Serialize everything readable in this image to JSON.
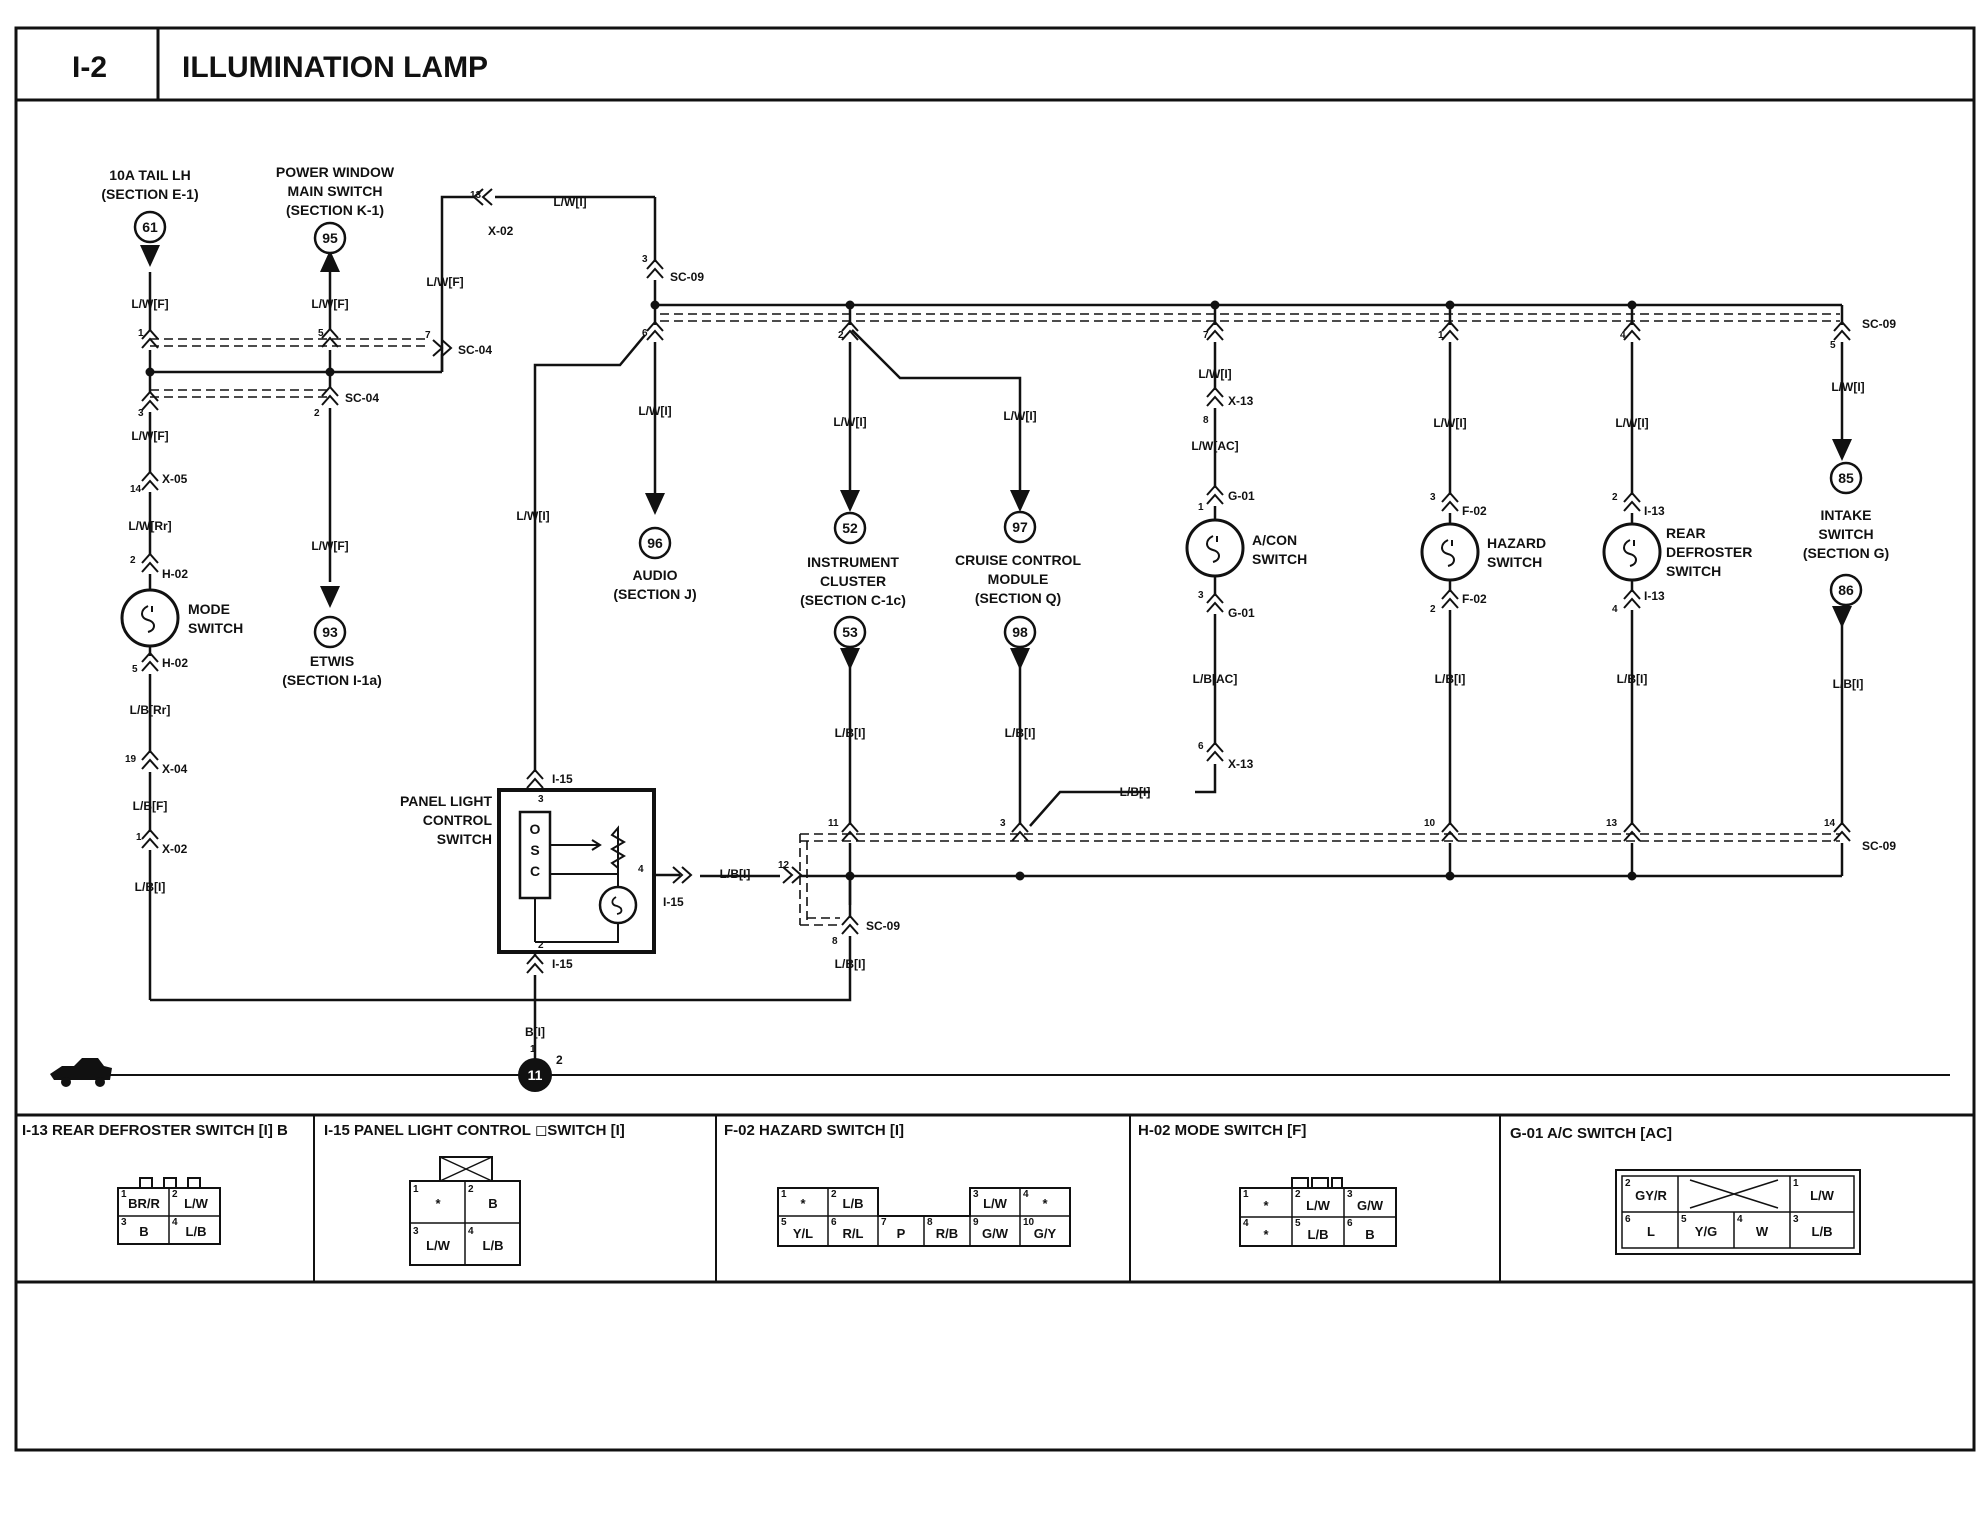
{
  "header": {
    "section_id": "I-2",
    "title": "ILLUMINATION LAMP"
  },
  "nodes": {
    "n61": {
      "number": "61",
      "lines": [
        "10A TAIL LH",
        "(SECTION E-1)"
      ]
    },
    "n95": {
      "number": "95",
      "lines": [
        "POWER WINDOW",
        "MAIN SWITCH",
        "(SECTION K-1)"
      ]
    },
    "n93": {
      "number": "93",
      "lines": [
        "ETWIS",
        "(SECTION I-1a)"
      ]
    },
    "n96": {
      "number": "96",
      "lines": [
        "AUDIO",
        "(SECTION J)"
      ]
    },
    "n52": {
      "number": "52"
    },
    "n53": {
      "number": "53",
      "lines": [
        "INSTRUMENT",
        "CLUSTER",
        "(SECTION C-1c)"
      ]
    },
    "n97": {
      "number": "97"
    },
    "n98": {
      "number": "98",
      "lines": [
        "CRUISE CONTROL",
        "MODULE",
        "(SECTION Q)"
      ]
    },
    "n85": {
      "number": "85",
      "lines": [
        "INTAKE",
        "SWITCH",
        "(SECTION G)"
      ]
    },
    "n86": {
      "number": "86"
    },
    "ground": {
      "number": "11",
      "pin": "2"
    }
  },
  "components": {
    "mode_switch": [
      "MODE",
      "SWITCH"
    ],
    "acon_switch": [
      "A/CON",
      "SWITCH"
    ],
    "hazard_switch": [
      "HAZARD",
      "SWITCH"
    ],
    "rear_defroster_switch": [
      "REAR",
      "DEFROSTER",
      "SWITCH"
    ],
    "panel_light": [
      "PANEL LIGHT",
      "CONTROL",
      "SWITCH"
    ],
    "osc": [
      "O",
      "S",
      "C"
    ]
  },
  "wires": {
    "lw_f": "L/W[F]",
    "lw_i": "L/W[I]",
    "lw_rr": "L/W[Rr]",
    "lw_ac": "L/W[AC]",
    "lb_rr": "L/B[Rr]",
    "lb_f": "L/B[F]",
    "lb_i": "L/B[I]",
    "lb_ac": "L/B[AC]",
    "b_i": "B[I]"
  },
  "connectors": {
    "x02": "X-02",
    "x04": "X-04",
    "x05": "X-05",
    "x13": "X-13",
    "sc04": "SC-04",
    "sc09": "SC-09",
    "h02": "H-02",
    "g01": "G-01",
    "f02": "F-02",
    "i13": "I-13",
    "i15": "I-15"
  },
  "pins": {
    "p1": "1",
    "p2": "2",
    "p3": "3",
    "p4": "4",
    "p5": "5",
    "p6": "6",
    "p7": "7",
    "p8": "8",
    "p10": "10",
    "p11": "11",
    "p12": "12",
    "p13": "13",
    "p14": "14",
    "p19": "19"
  },
  "footer": {
    "panels": [
      {
        "title": "I-13 REAR DEFROSTER SWITCH [I] B",
        "cells": [
          {
            "pin": "1",
            "text": "BR/R"
          },
          {
            "pin": "2",
            "text": "L/W"
          },
          {
            "pin": "3",
            "text": "B"
          },
          {
            "pin": "4",
            "text": "L/B"
          }
        ]
      },
      {
        "title": "I-15 PANEL LIGHT CONTROL ◻SWITCH [I]",
        "cells": [
          {
            "pin": "1",
            "text": "*"
          },
          {
            "pin": "2",
            "text": "B"
          },
          {
            "pin": "3",
            "text": "L/W"
          },
          {
            "pin": "4",
            "text": "L/B"
          }
        ]
      },
      {
        "title": "F-02 HAZARD SWITCH [I]",
        "cells": [
          {
            "pin": "1",
            "text": "*"
          },
          {
            "pin": "2",
            "text": "L/B"
          },
          {
            "pin": "3",
            "text": "L/W"
          },
          {
            "pin": "4",
            "text": "*"
          },
          {
            "pin": "5",
            "text": "Y/L"
          },
          {
            "pin": "6",
            "text": "R/L"
          },
          {
            "pin": "7",
            "text": "P"
          },
          {
            "pin": "8",
            "text": "R/B"
          },
          {
            "pin": "9",
            "text": "G/W"
          },
          {
            "pin": "10",
            "text": "G/Y"
          }
        ]
      },
      {
        "title": "H-02 MODE SWITCH [F]",
        "cells": [
          {
            "pin": "1",
            "text": "*"
          },
          {
            "pin": "2",
            "text": "L/W"
          },
          {
            "pin": "3",
            "text": "G/W"
          },
          {
            "pin": "4",
            "text": "*"
          },
          {
            "pin": "5",
            "text": "L/B"
          },
          {
            "pin": "6",
            "text": "B"
          }
        ]
      },
      {
        "title": "G-01 A/C SWITCH [AC]",
        "cells": [
          {
            "pin": "2",
            "text": "GY/R"
          },
          {
            "pin": "1",
            "text": "L/W"
          },
          {
            "pin": "6",
            "text": "L"
          },
          {
            "pin": "5",
            "text": "Y/G"
          },
          {
            "pin": "4",
            "text": "W"
          },
          {
            "pin": "3",
            "text": "L/B"
          }
        ]
      }
    ]
  }
}
